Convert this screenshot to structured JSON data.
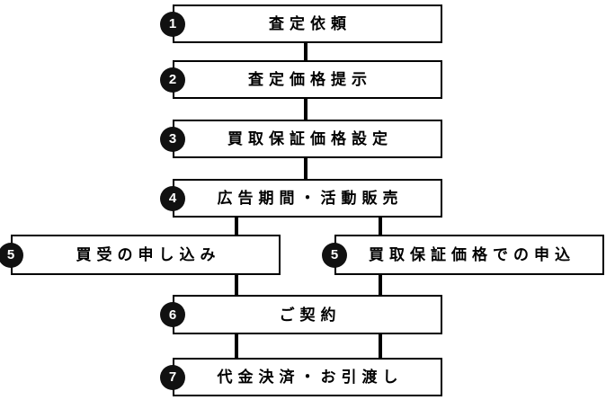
{
  "page": {
    "background": "#ffffff"
  },
  "diagram": {
    "type": "flowchart",
    "direction": "top-to-bottom",
    "colors": {
      "page_bg": "#ffffff",
      "box_fill": "#ffffff",
      "box_border": "#000000",
      "label_text": "#000000",
      "badge_fill": "#111111",
      "badge_text": "#ffffff",
      "connector": "#000000"
    },
    "steps": [
      {
        "number": "1",
        "label": "査定依頼"
      },
      {
        "number": "2",
        "label": "査定価格提示"
      },
      {
        "number": "3",
        "label": "買取保証価格設定"
      },
      {
        "number": "4",
        "label": "広告期間・活動販売"
      },
      {
        "number": "5",
        "label": "買受の申し込み",
        "branch": "left"
      },
      {
        "number": "5",
        "label": "買取保証価格での申込",
        "branch": "right"
      },
      {
        "number": "6",
        "label": "ご契約"
      },
      {
        "number": "7",
        "label": "代金決済・お引渡し"
      }
    ]
  }
}
